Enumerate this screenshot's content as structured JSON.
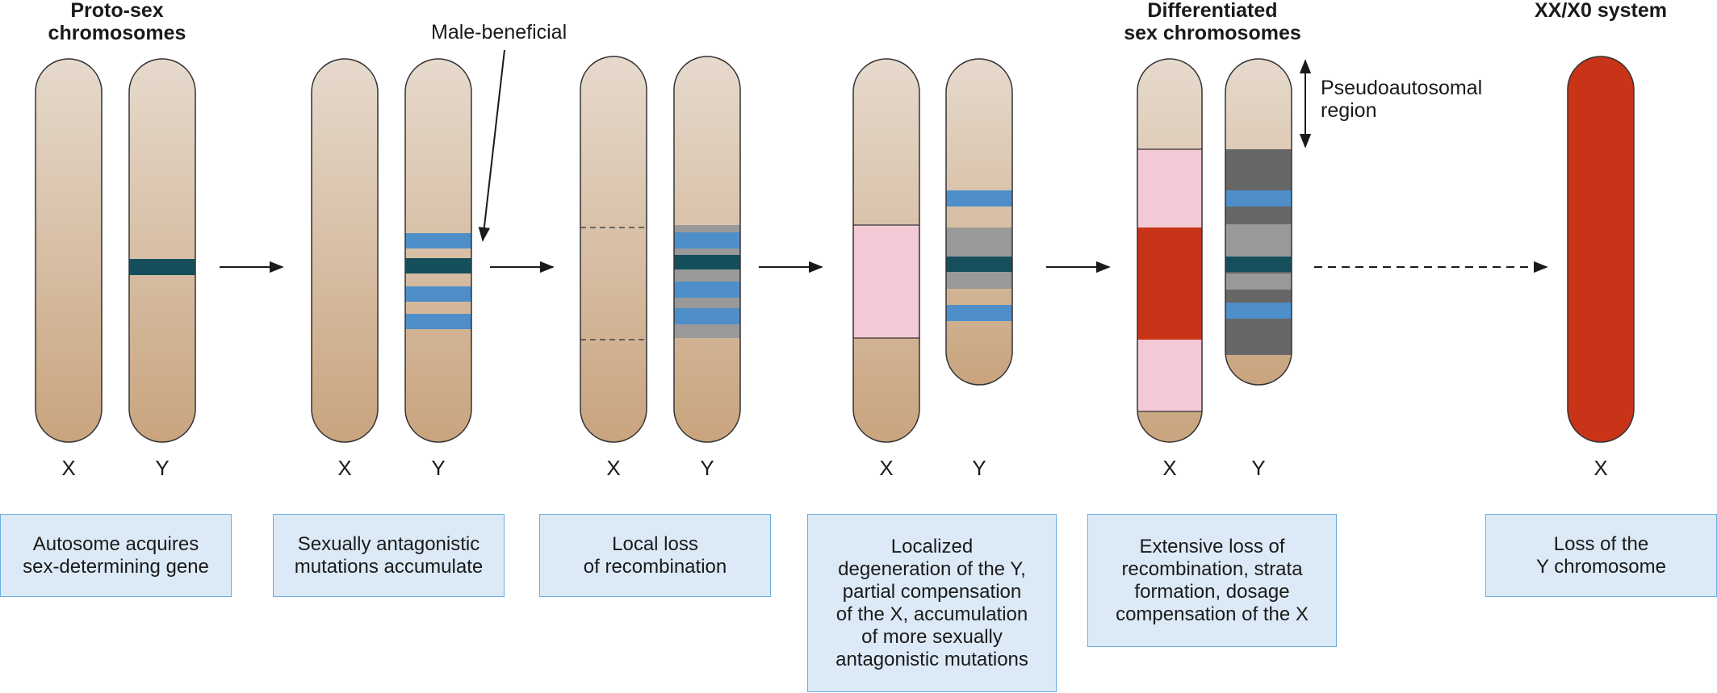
{
  "headings": {
    "proto_sex": "Proto-sex\nchromosomes",
    "differentiated": "Differentiated\nsex chromosomes",
    "xx_x0": "XX/X0 system"
  },
  "annotations": {
    "male_beneficial": "Male-beneficial",
    "pseudoautosomal": "Pseudoautosomal\nregion"
  },
  "chromosome_labels": {
    "x": "X",
    "y": "Y"
  },
  "stages": [
    {
      "id": "stage-1",
      "text": "Autosome acquires\nsex-determining gene"
    },
    {
      "id": "stage-2",
      "text": "Sexually antagonistic\nmutations accumulate"
    },
    {
      "id": "stage-3",
      "text": "Local loss\nof recombination"
    },
    {
      "id": "stage-4",
      "text": "Localized\ndegeneration of the Y,\npartial compensation\nof the X, accumulation\nof more sexually\nantagonistic mutations"
    },
    {
      "id": "stage-5",
      "text": "Extensive loss of\nrecombination, strata\nformation, dosage\ncompensation of the X"
    },
    {
      "id": "stage-6",
      "text": "Loss of the\nY chromosome"
    }
  ],
  "colors": {
    "chromosome_top": "#e6dacd",
    "chromosome_bottom": "#c9a47e",
    "sex_gene": "#154f5c",
    "antagonistic": "#4e8fc9",
    "degenerated_light": "#999999",
    "degenerated_dark": "#666666",
    "compensation": "#f3c9d5",
    "dosage_compensated": "#c93418",
    "box_fill": "#dceaf7",
    "box_border": "#6aaee0"
  }
}
